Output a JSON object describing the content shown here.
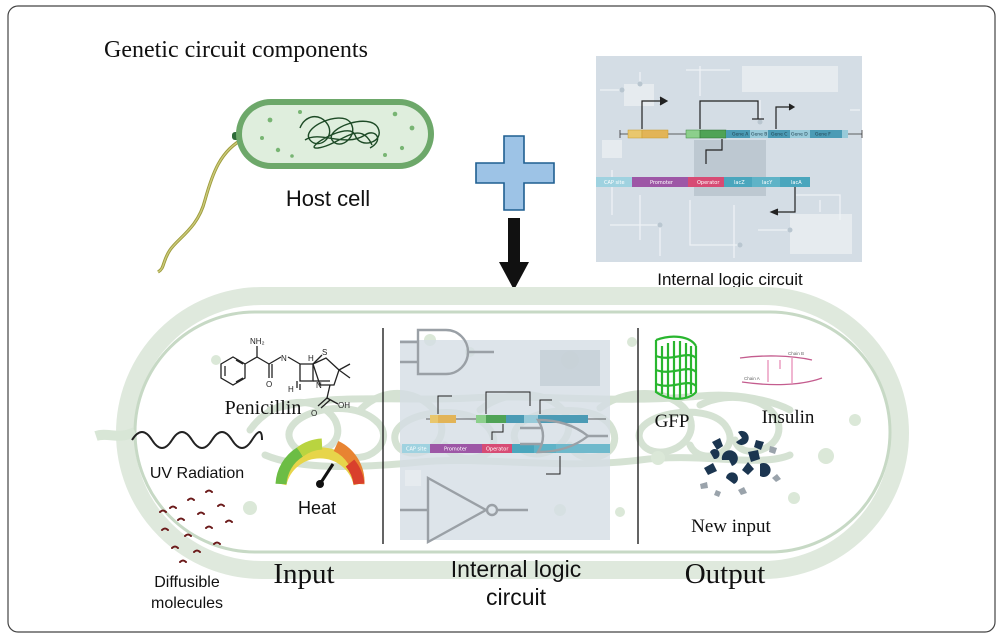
{
  "title": "Genetic circuit components",
  "host_cell": {
    "label": "Host cell"
  },
  "internal_logic_panel": {
    "label": "Internal logic circuit",
    "genes": [
      "Gene A",
      "Gene B",
      "Gene C",
      "Gene D",
      "Gene F"
    ],
    "operon": [
      "CAP site",
      "Promoter",
      "Operator",
      "lacZ",
      "lacY",
      "lacA"
    ]
  },
  "input_section": {
    "title": "Input",
    "penicillin": "Penicillin",
    "nh2": "NH₂",
    "n1": "N",
    "n2": "N",
    "s": "S",
    "h1": "H",
    "h2": "H",
    "o1": "O",
    "o2": "O",
    "oh": "OH",
    "uv": "UV Radiation",
    "heat": "Heat",
    "diffusible": [
      "Diffusible",
      "molecules"
    ]
  },
  "middle_section": {
    "title": [
      "Internal logic",
      "circuit"
    ]
  },
  "output_section": {
    "title": "Output",
    "gfp": "GFP",
    "insulin": "Insulin",
    "new_input": "New input",
    "insulin_chains": [
      "Chain B",
      "Chain A"
    ]
  },
  "colors": {
    "cell_outline": "#d8e6d6",
    "arrow": "#111111",
    "plus_fill": "#9dc3e6",
    "plus_stroke": "#1f5f91",
    "gfp": "#29b62f",
    "insulin_dark": "#1b3550"
  }
}
